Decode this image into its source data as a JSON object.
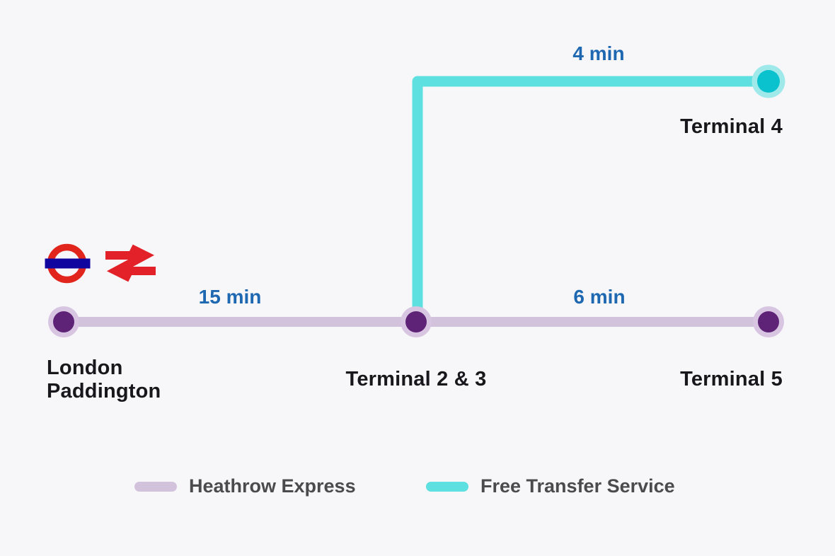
{
  "stations": {
    "london_paddington": {
      "label": "London\nPaddington"
    },
    "terminal_2_3": {
      "label": "Terminal 2 & 3"
    },
    "terminal_5": {
      "label": "Terminal 5"
    },
    "terminal_4": {
      "label": "Terminal 4"
    }
  },
  "durations": {
    "paddington_to_t23": "15 min",
    "t23_to_t5": "6 min",
    "t23_to_t4": "4 min"
  },
  "legend": [
    {
      "label": "Heathrow Express",
      "color": "#d3c2dc"
    },
    {
      "label": "Free Transfer Service",
      "color": "#5fe0e0"
    }
  ],
  "icons": {
    "underground": "london-underground-roundel",
    "national_rail": "national-rail-double-arrow"
  },
  "colors": {
    "background": "#f7f7f9",
    "express_line": "#d3c2dc",
    "station_core": "#5e2377",
    "station_ring": "#d7c5e1",
    "transfer_line": "#5fe0e0",
    "transfer_station_core": "#0ac2cd",
    "transfer_station_ring": "#9fe9eb",
    "duration_text": "#1e68b2",
    "station_text": "#17171c",
    "legend_text": "#4b4b4d",
    "roundel_red": "#e1251c",
    "roundel_blue": "#10069f",
    "rail_red": "#e22128"
  }
}
